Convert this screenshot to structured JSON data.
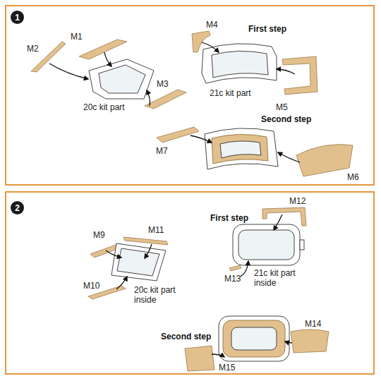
{
  "diagram": {
    "nodes": [
      {
        "text": [
          "1"
        ]
      },
      {
        "text": [
          "2"
        ]
      }
    ],
    "labels": [
      "M2",
      "M1",
      "M4",
      "First step",
      "20c kit part",
      "M3",
      "21c kit part",
      "M5",
      "Second step",
      "M7",
      "M6",
      "M9",
      "M11",
      "M12",
      "First step",
      "M13",
      "21c kit part inside",
      "M10",
      "20c kit part inside",
      "M14",
      "Second step",
      "M15"
    ]
  }
}
